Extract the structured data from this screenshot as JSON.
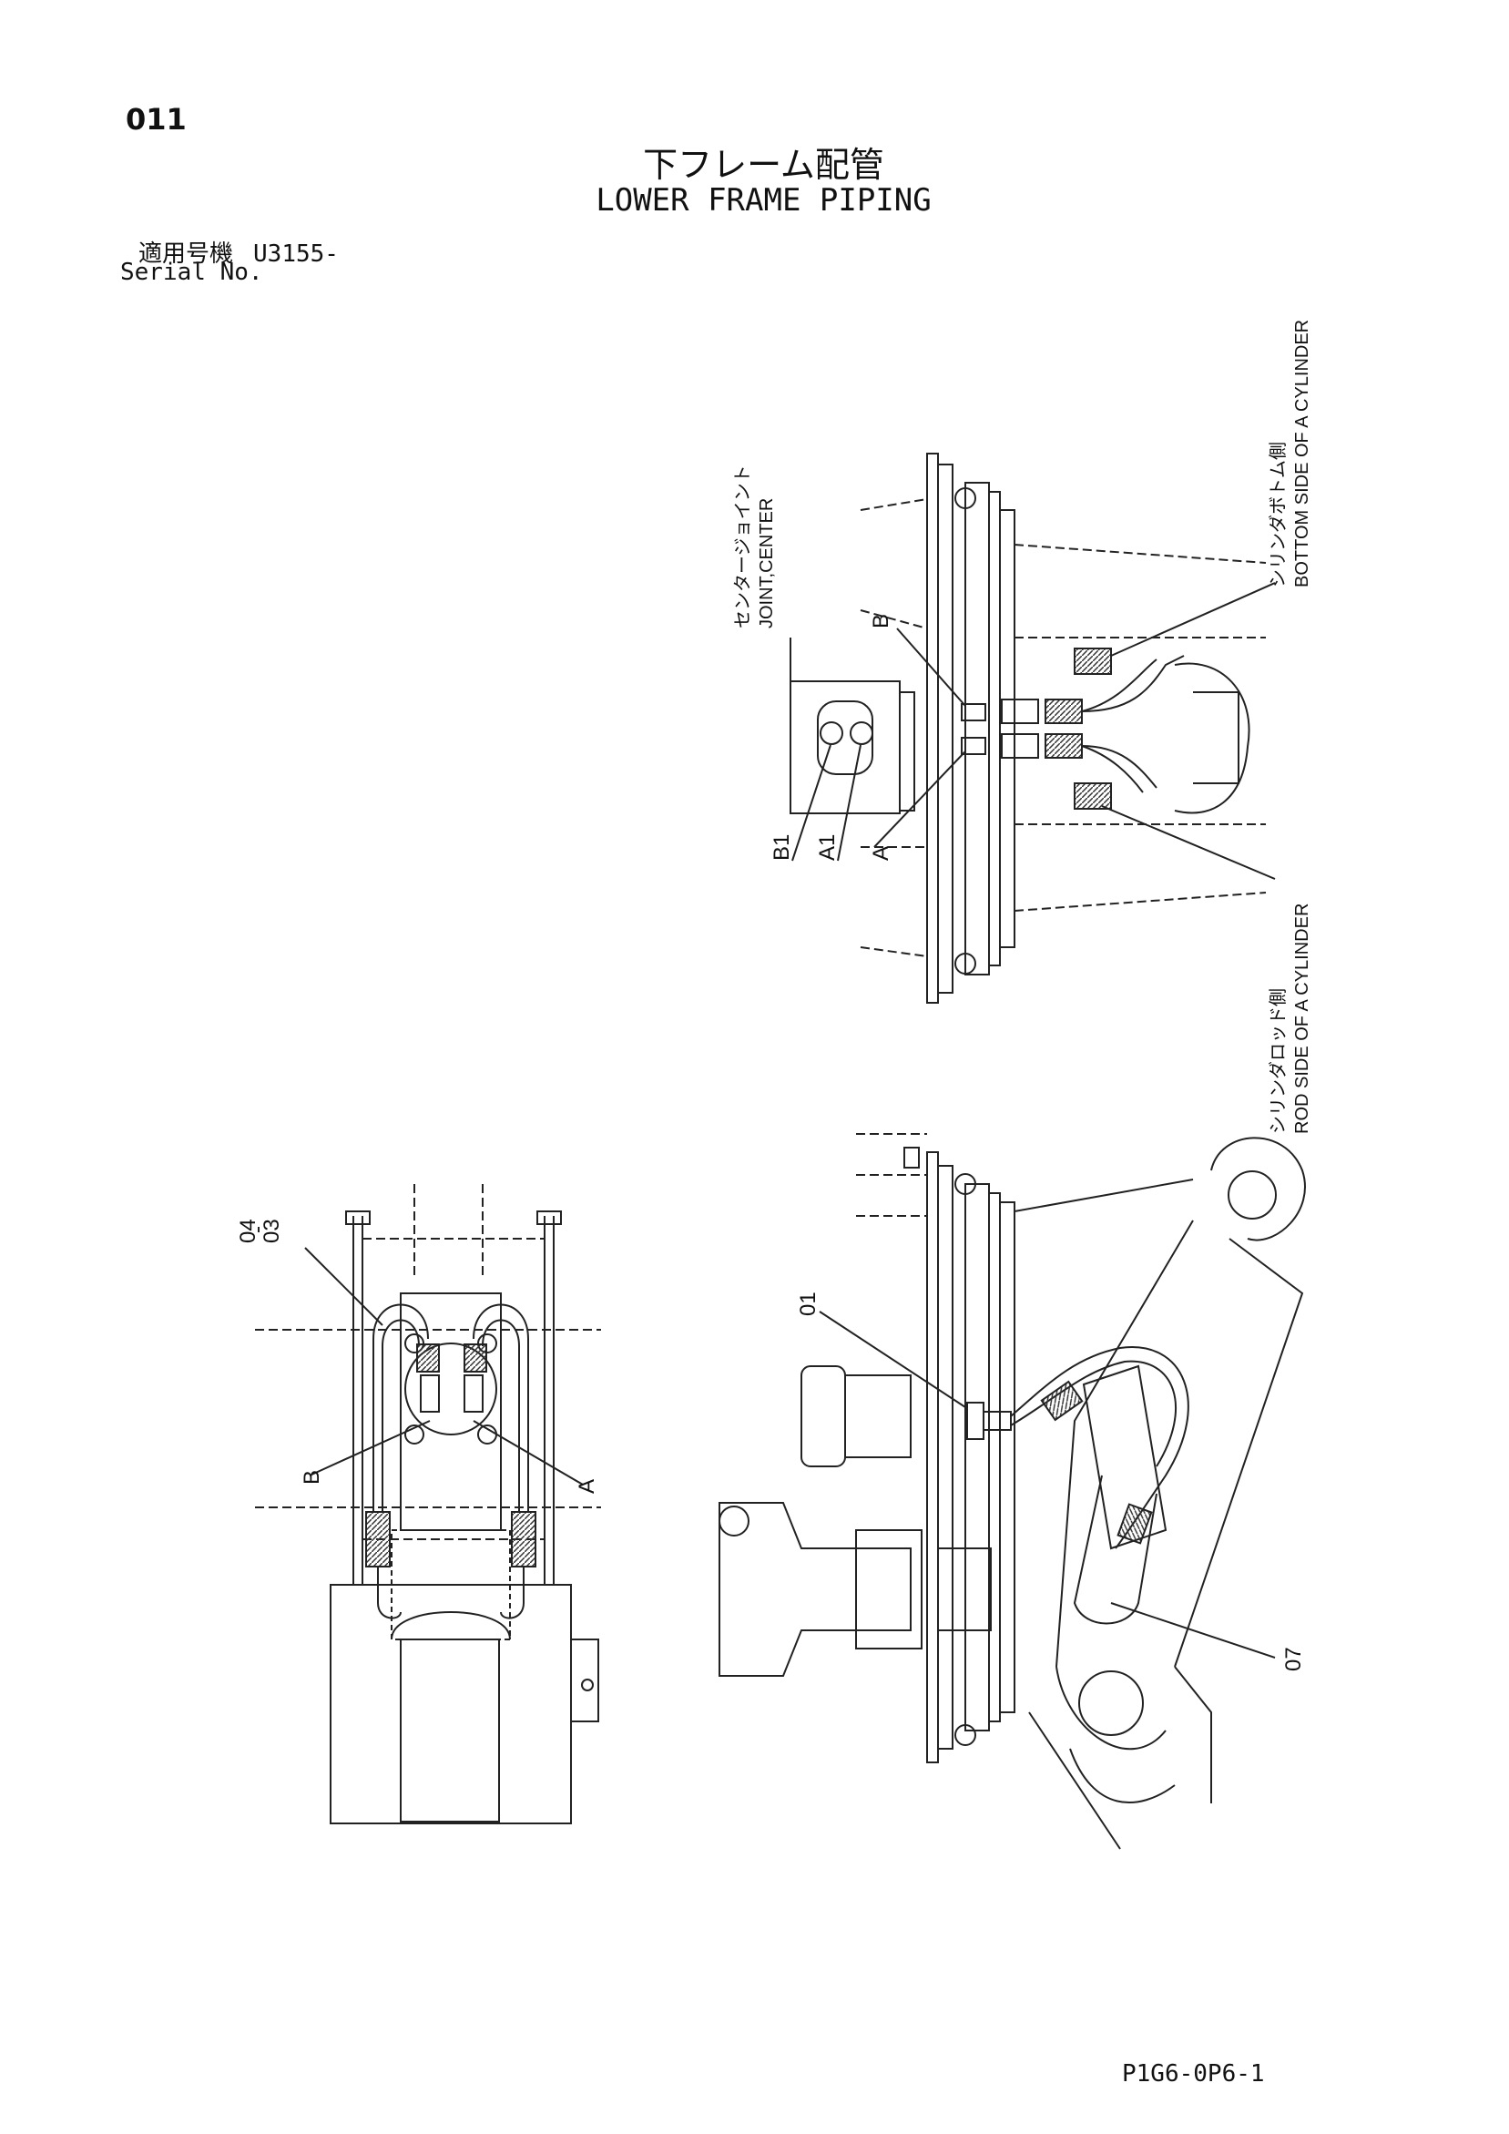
{
  "header": {
    "page_number": "011",
    "title_jp": "下フレーム配管",
    "title_en": "LOWER FRAME PIPING",
    "serial_label_jp": "適用号機",
    "serial_number": "U3155-",
    "serial_label_en": "Serial No."
  },
  "labels": {
    "center_joint_jp": "センタージョイント",
    "center_joint_en": "JOINT,CENTER",
    "bottom_side_jp": "シリンダボトム側",
    "bottom_side_en": "BOTTOM SIDE OF A CYLINDER",
    "rod_side_jp": "シリンダロッド側",
    "rod_side_en": "ROD SIDE OF A CYLINDER",
    "port_b": "B",
    "port_a": "A",
    "port_b1": "B1",
    "port_a1": "A1",
    "left_b": "B",
    "left_a": "A"
  },
  "parts": {
    "p01": "01",
    "p03": "03",
    "p04": "04",
    "p07": "07"
  },
  "footer": {
    "doc_code": "P1G6-0P6-1"
  }
}
